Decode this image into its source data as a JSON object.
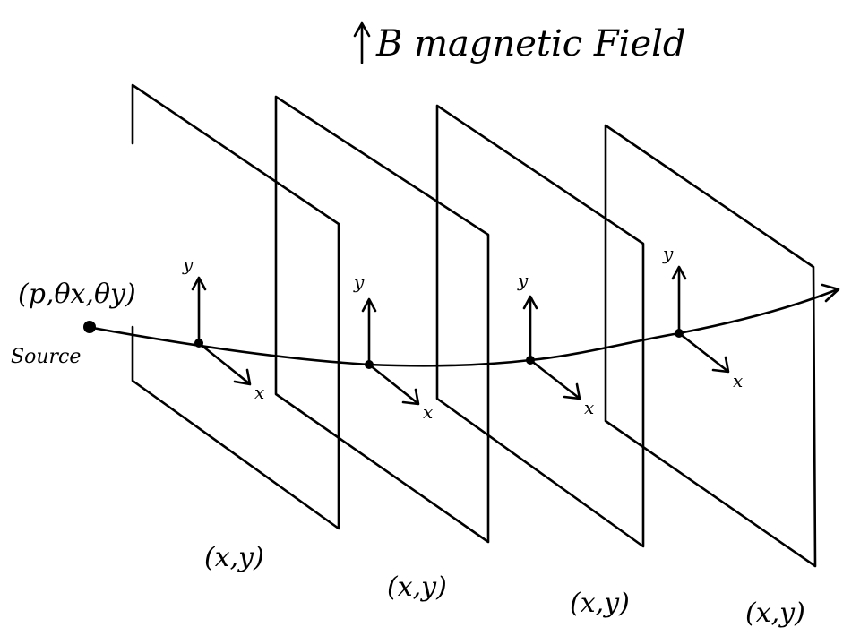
{
  "header": {
    "field_label": "B magnetic Field",
    "arrow_icon": "up-arrow-icon"
  },
  "source": {
    "tuple": "(p,θx,θy)",
    "label": "Source"
  },
  "axes": {
    "x_label": "x",
    "y_label": "y"
  },
  "planes": [
    {
      "coord_label": "(x,y)"
    },
    {
      "coord_label": "(x,y)"
    },
    {
      "coord_label": "(x,y)"
    },
    {
      "coord_label": "(x,y)"
    }
  ]
}
